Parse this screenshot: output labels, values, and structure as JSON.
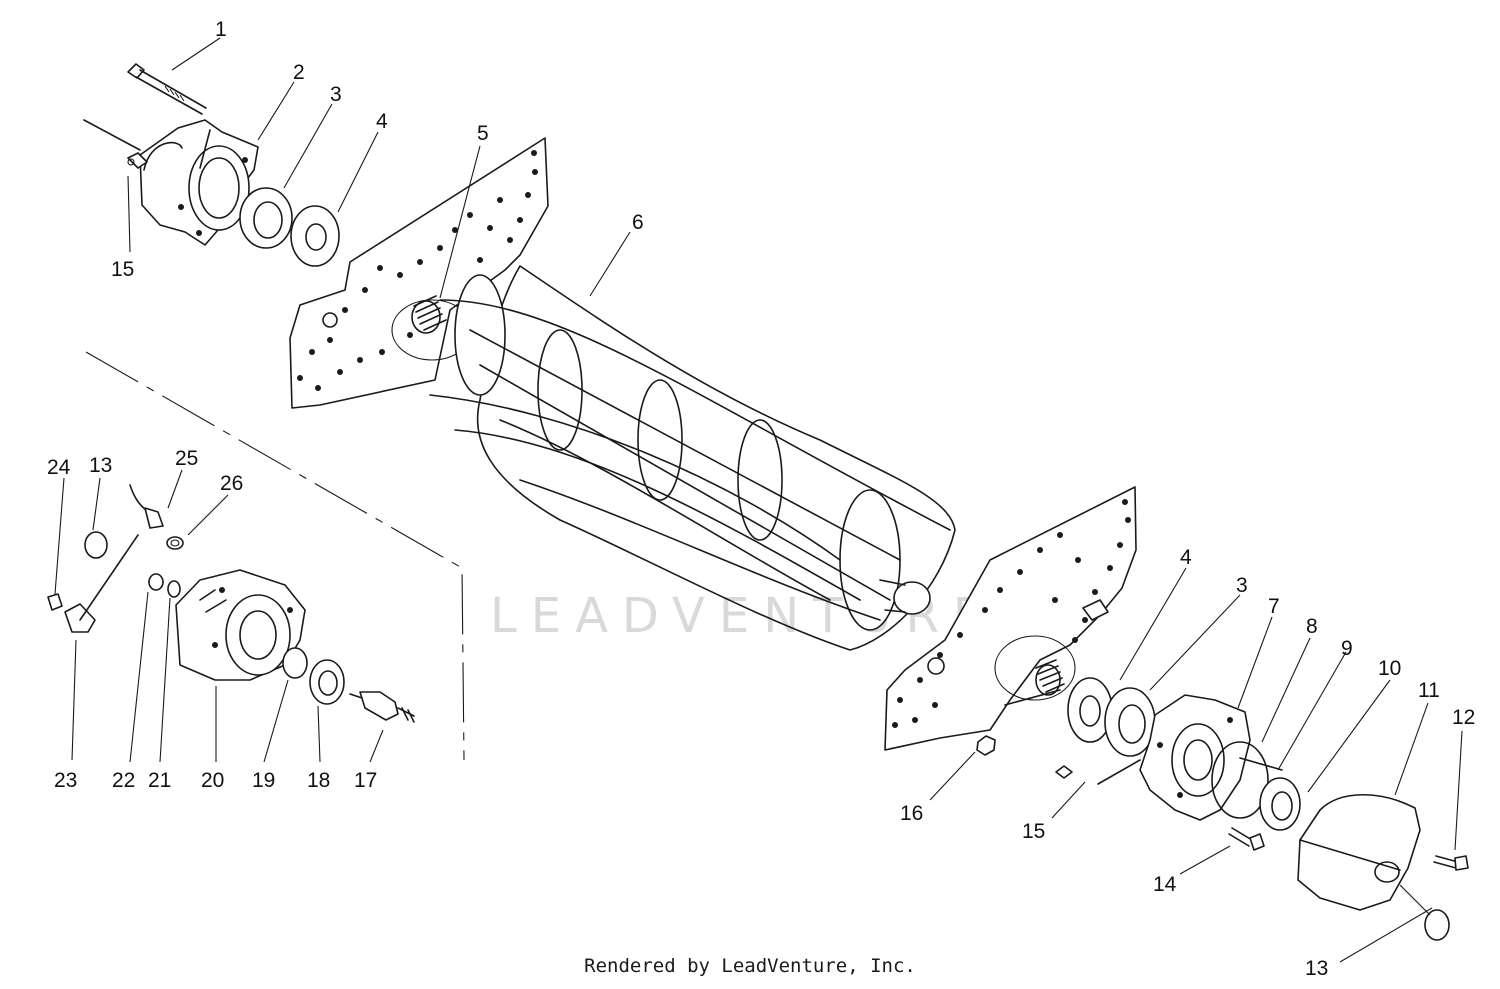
{
  "watermark": "LEADVENTURE",
  "footer": "Rendered by LeadVenture, Inc.",
  "labels": {
    "l1": "1",
    "l2": "2",
    "l3": "3",
    "l4": "4",
    "l5": "5",
    "l6": "6",
    "l15a": "15",
    "l24": "24",
    "l13a": "13",
    "l25": "25",
    "l26": "26",
    "l23": "23",
    "l22": "22",
    "l21": "21",
    "l20": "20",
    "l19": "19",
    "l18": "18",
    "l17": "17",
    "l4b": "4",
    "l3b": "3",
    "l7": "7",
    "l8": "8",
    "l9": "9",
    "l10": "10",
    "l11": "11",
    "l12": "12",
    "l16": "16",
    "l15b": "15",
    "l14": "14",
    "l13b": "13"
  }
}
